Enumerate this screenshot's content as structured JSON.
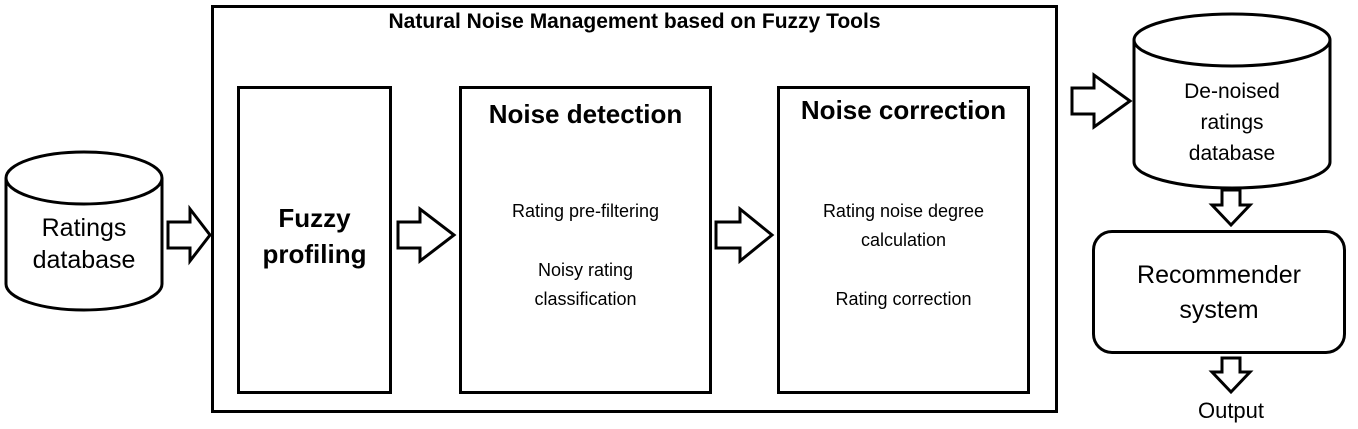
{
  "main_panel": {
    "title": "Natural Noise Management based on Fuzzy Tools"
  },
  "ratings_db": {
    "line1": "Ratings",
    "line2": "database"
  },
  "fuzzy_profiling": {
    "line1": "Fuzzy",
    "line2": "profiling"
  },
  "noise_detection": {
    "title": "Noise detection",
    "item1": "Rating pre-filtering",
    "item2_line1": "Noisy rating",
    "item2_line2": "classification"
  },
  "noise_correction": {
    "title": "Noise correction",
    "item1_line1": "Rating noise degree",
    "item1_line2": "calculation",
    "item2": "Rating correction"
  },
  "denoised_db": {
    "line1": "De-noised",
    "line2": "ratings",
    "line3": "database"
  },
  "recommender": {
    "line1": "Recommender",
    "line2": "system"
  },
  "output": {
    "label": "Output"
  }
}
